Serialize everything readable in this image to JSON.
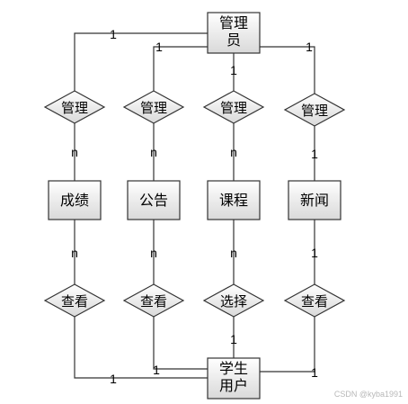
{
  "entities": {
    "admin": "管理\n员",
    "grade": "成绩",
    "notice": "公告",
    "course": "课程",
    "news": "新闻",
    "student": "学生\n用户"
  },
  "relationships": {
    "manage_grade": "管理",
    "manage_notice": "管理",
    "manage_course": "管理",
    "manage_news": "管理",
    "view_grade": "查看",
    "view_notice": "查看",
    "select_course": "选择",
    "view_news": "查看"
  },
  "cardinalities": {
    "admin_grade": "1",
    "admin_notice": "1",
    "admin_course": "1",
    "admin_news": "1",
    "grade_manage": "n",
    "notice_manage": "n",
    "course_manage": "n",
    "news_manage": "1",
    "grade_view": "n",
    "notice_view": "n",
    "course_select": "n",
    "news_view": "1",
    "select_student": "1",
    "view_grade_student": "1",
    "view_notice_student": "1",
    "view_news_student": "1"
  },
  "watermark": "CSDN @kyba1991",
  "colors": {
    "line": "#333333",
    "text": "#000000",
    "box_fill_top": "#ffffff",
    "box_fill_bottom": "#d9d9d9",
    "watermark": "#b8b8b8"
  }
}
